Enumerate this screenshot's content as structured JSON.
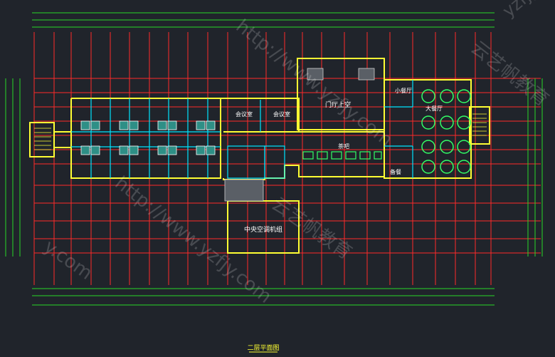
{
  "drawing": {
    "title": "二层平面图",
    "colors": {
      "background": "#20242b",
      "grid": "#ff2a2a",
      "dims": "#27d827",
      "wall": "#ffff33",
      "interior": "#00e5ff",
      "furniture": "#33ff66",
      "label": "#ffffff"
    }
  },
  "rooms": {
    "meeting_a": "会议室",
    "meeting_b": "会议室",
    "lobby_void": "门厅上空",
    "tea_bar": "茶吧",
    "small_dining": "小餐厅",
    "large_dining": "大餐厅",
    "prep": "备餐",
    "hvac": "中央空调机组"
  },
  "watermarks": [
    "http://www.yzfjy.com",
    "云艺帆教育",
    "yzfjy",
    "http://www.yzfjy.com",
    "云艺帆教育",
    "y.com"
  ]
}
